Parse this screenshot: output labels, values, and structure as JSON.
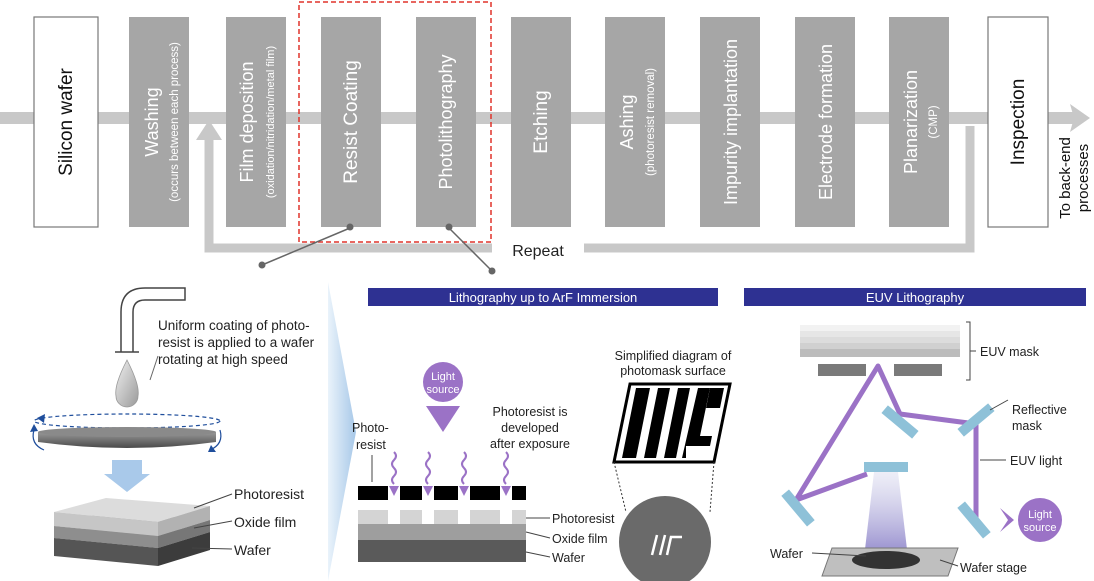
{
  "flow": {
    "silicon_wafer": "Silicon wafer",
    "steps": [
      {
        "label": "Washing",
        "sub": "(occurs between each process)"
      },
      {
        "label": "Film deposition",
        "sub": "(oxidation/nitridation/metal film)"
      },
      {
        "label": "Resist Coating",
        "sub": ""
      },
      {
        "label": "Photolithography",
        "sub": ""
      },
      {
        "label": "Etching",
        "sub": ""
      },
      {
        "label": "Ashing",
        "sub": "(photoresist removal)"
      },
      {
        "label": "Impurity implantation",
        "sub": ""
      },
      {
        "label": "Electrode formation",
        "sub": ""
      },
      {
        "label": "Planarization",
        "sub": "(CMP)"
      }
    ],
    "inspection": "Inspection",
    "to_back_end": [
      "To back-end",
      "processes"
    ],
    "repeat": "Repeat"
  },
  "resist_panel": {
    "caption": [
      "Uniform coating of photo-",
      "resist is applied to a wafer",
      "rotating at high speed"
    ],
    "layers": [
      "Photoresist",
      "Oxide film",
      "Wafer"
    ]
  },
  "arf_panel": {
    "header": "Lithography up to ArF Immersion",
    "light_source": [
      "Light",
      "source"
    ],
    "photoresist_label": [
      "Photo-",
      "resist"
    ],
    "developed_note": [
      "Photoresist is",
      "developed",
      "after exposure"
    ],
    "mask_caption": [
      "Simplified diagram of",
      "photomask surface"
    ],
    "layers": [
      "Photoresist",
      "Oxide film",
      "Wafer"
    ]
  },
  "euv_panel": {
    "header": "EUV Lithography",
    "euv_mask": "EUV mask",
    "reflective_mask": [
      "Reflective",
      "mask"
    ],
    "euv_light": "EUV light",
    "light_source": [
      "Light",
      "source"
    ],
    "wafer": "Wafer",
    "wafer_stage": "Wafer stage"
  },
  "colors": {
    "step_gray": "#a6a6a6",
    "arrow_gray": "#c8c8c8",
    "header_navy": "#2e3192",
    "euv_purple": "#9b72c6",
    "highlight_red": "#e0342b",
    "mirror_blue": "#8ec1d8"
  }
}
